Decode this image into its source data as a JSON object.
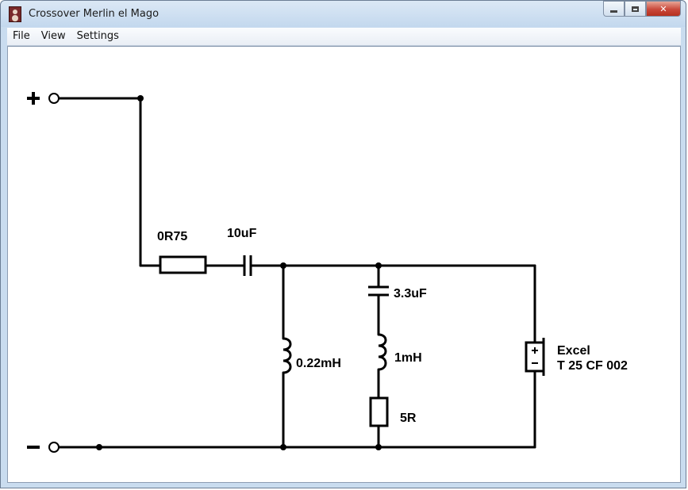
{
  "window": {
    "title": "Crossover Merlin el Mago",
    "app_icon": "speaker-icon",
    "controls": [
      "minimize-icon",
      "maximize-icon",
      "close-icon"
    ]
  },
  "menubar": {
    "items": [
      {
        "label": "File"
      },
      {
        "label": "View"
      },
      {
        "label": "Settings"
      }
    ]
  },
  "schematic": {
    "terminals": {
      "positive": "+",
      "negative": "−"
    },
    "components": {
      "resistor_series": "0R75",
      "capacitor_series": "10uF",
      "inductor_shunt": "0.22mH",
      "capacitor_notch": "3.3uF",
      "inductor_notch": "1mH",
      "resistor_notch": "5R",
      "driver_line1": "Excel",
      "driver_line2": "T 25 CF 002"
    },
    "colors": {
      "wire": "#000000",
      "background": "#ffffff"
    }
  }
}
